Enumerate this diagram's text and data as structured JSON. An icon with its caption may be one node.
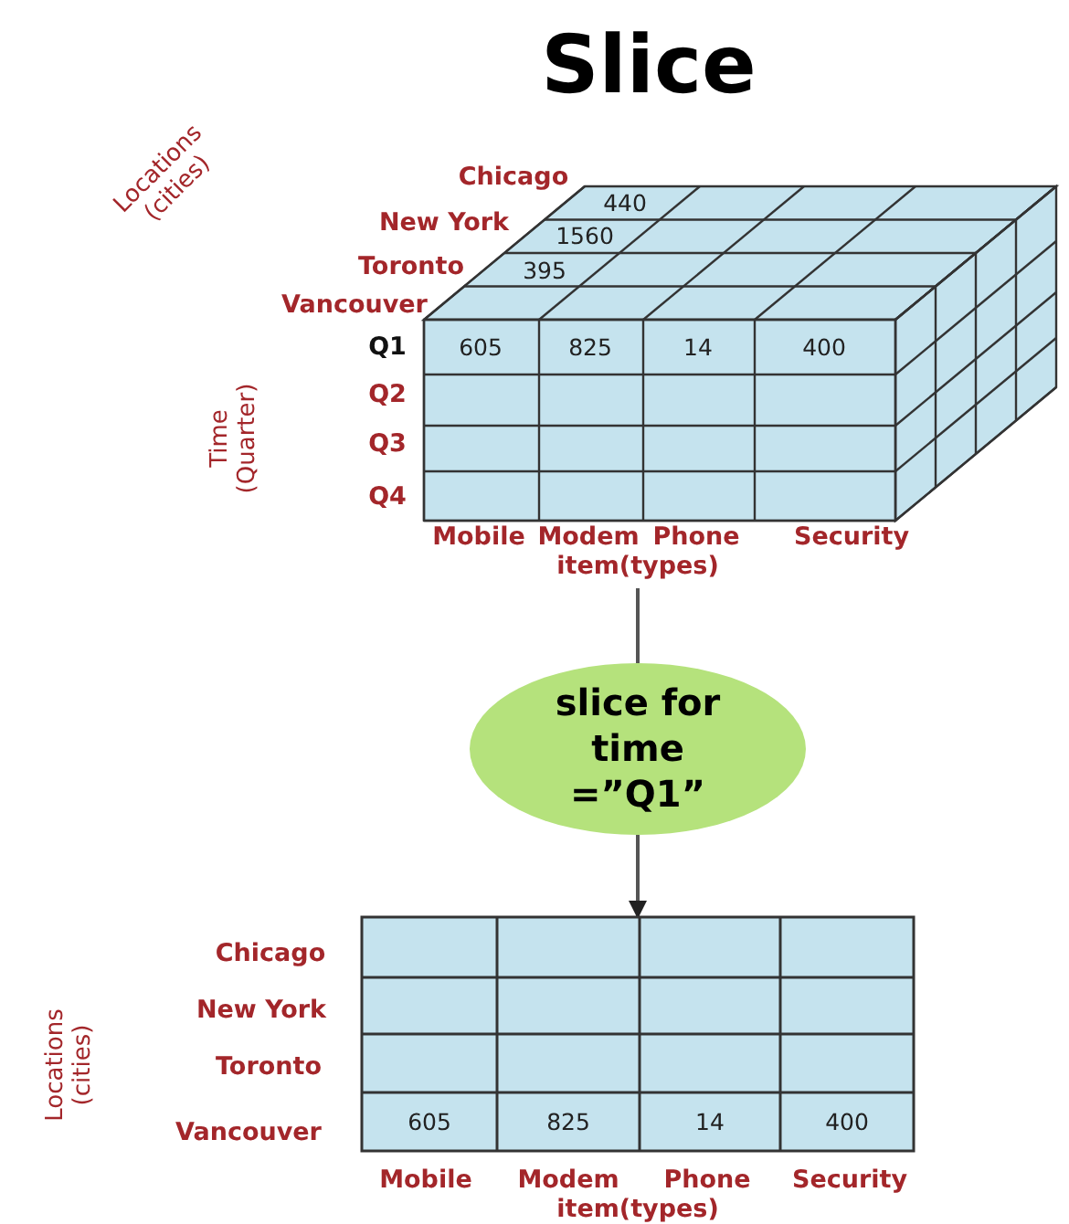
{
  "diagram": {
    "title": "Slice",
    "nodes": [
      {
        "text": [
          "440",
          "1560",
          "395",
          "605",
          "825",
          "14",
          "400"
        ]
      },
      {
        "text": [
          "slice for time =”Q1”"
        ]
      },
      {
        "text": [
          "605",
          "825",
          "14",
          "400"
        ]
      }
    ],
    "edges": [
      {
        "from": 0,
        "to": 1,
        "arrow": "none"
      },
      {
        "from": 1,
        "to": 2,
        "arrow": "to"
      }
    ],
    "labels": [
      "Locations (cities)",
      "Chicago",
      "New York",
      "Toronto",
      "Vancouver",
      "Q1",
      "Time (Quarter)",
      "Q2",
      "Q3",
      "Q4",
      "Mobile",
      "Modem",
      "Phone",
      "Security",
      "item(types)",
      "Chicago",
      "New York",
      "Toronto",
      "Locations (cities)",
      "Vancouver",
      "Mobile",
      "Modem",
      "Phone",
      "Security",
      "item(types)"
    ]
  }
}
